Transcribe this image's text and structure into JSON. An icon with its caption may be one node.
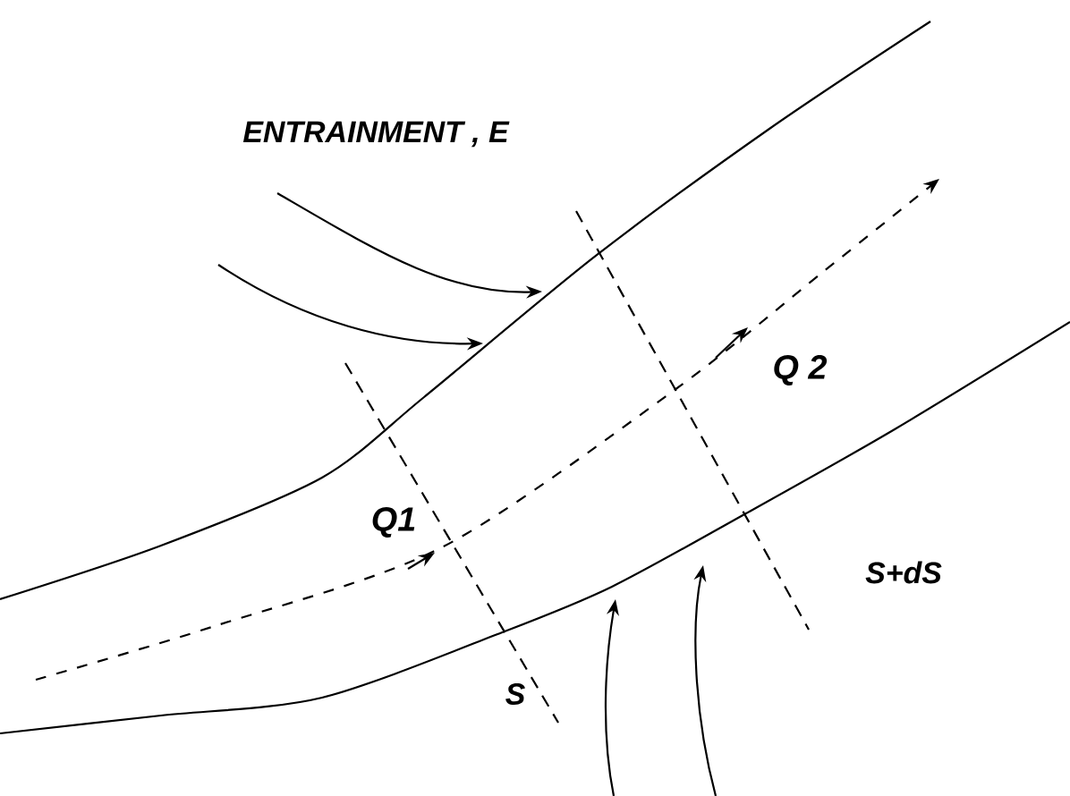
{
  "diagram": {
    "labels": [
      "ENTRAINMENT , E",
      "Q1",
      "Q 2",
      "S",
      "S+dS"
    ]
  }
}
